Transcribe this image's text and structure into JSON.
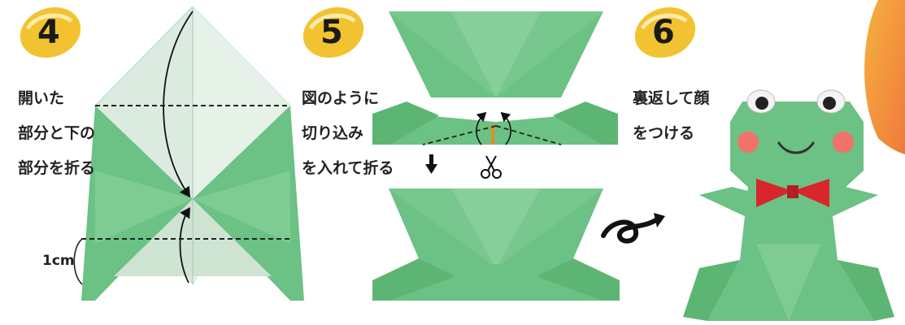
{
  "steps": [
    {
      "number": "4",
      "lines": [
        "開いた",
        "部分と下の",
        "部分を折る"
      ]
    },
    {
      "number": "5",
      "lines": [
        "図のように",
        "切り込み",
        "を入れて折る"
      ]
    },
    {
      "number": "6",
      "lines": [
        "裏返して顔",
        "をつける"
      ]
    }
  ],
  "measurement": "1cm",
  "icons": {
    "step_badge": "lemon-badge-icon",
    "cut": "scissors-icon",
    "flip": "flip-over-arrow-icon",
    "next": "down-arrow-icon"
  },
  "colors": {
    "paper_green": "#6cc184",
    "paper_light": "#dcebdf",
    "bowtie": "#d8262b",
    "cheek": "#f2716a",
    "badge_yellow": "#f2c230",
    "orange_accent": "#f08a3a"
  }
}
